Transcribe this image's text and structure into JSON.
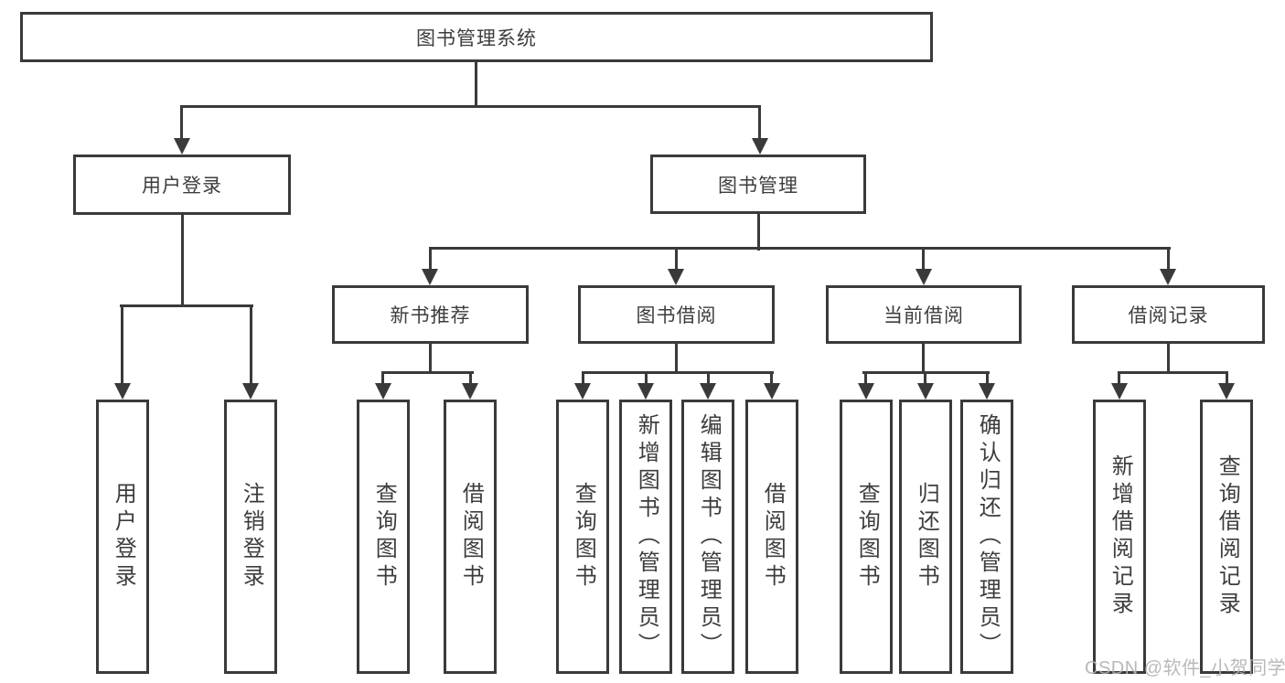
{
  "colors": {
    "line": "#3a3a3a",
    "box_border": "#3a3a3a",
    "text": "#3d3d3d",
    "watermark": "#b2b2b2",
    "background": "#ffffff"
  },
  "root": {
    "label": "图书管理系统"
  },
  "level2": [
    {
      "label": "用户登录"
    },
    {
      "label": "图书管理"
    }
  ],
  "level3": [
    {
      "label": "新书推荐",
      "parent": "图书管理"
    },
    {
      "label": "图书借阅",
      "parent": "图书管理"
    },
    {
      "label": "当前借阅",
      "parent": "图书管理"
    },
    {
      "label": "借阅记录",
      "parent": "图书管理"
    }
  ],
  "leaves": [
    {
      "label": "用户登录",
      "parent": "用户登录"
    },
    {
      "label": "注销登录",
      "parent": "用户登录"
    },
    {
      "label": "查询图书",
      "parent": "新书推荐"
    },
    {
      "label": "借阅图书",
      "parent": "新书推荐"
    },
    {
      "label": "查询图书",
      "parent": "图书借阅"
    },
    {
      "label": "新增图书（管理员）",
      "parent": "图书借阅"
    },
    {
      "label": "编辑图书（管理员）",
      "parent": "图书借阅"
    },
    {
      "label": "借阅图书",
      "parent": "图书借阅"
    },
    {
      "label": "查询图书",
      "parent": "当前借阅"
    },
    {
      "label": "归还图书",
      "parent": "当前借阅"
    },
    {
      "label": "确认归还（管理员）",
      "parent": "当前借阅"
    },
    {
      "label": "新增借阅记录",
      "parent": "借阅记录"
    },
    {
      "label": "查询借阅记录",
      "parent": "借阅记录"
    }
  ],
  "watermark": {
    "text": "CSDN @软件_小贺同学"
  }
}
